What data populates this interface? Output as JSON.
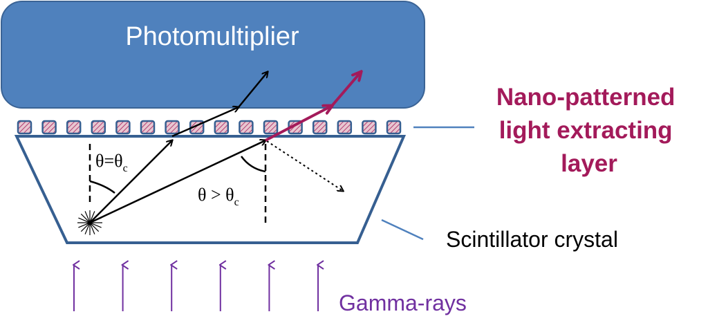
{
  "photomultiplier": {
    "label": "Photomultiplier"
  },
  "layer": {
    "label_line1": "Nano-patterned",
    "label_line2": "light extracting",
    "label_line3": "layer",
    "pad_count": 16
  },
  "crystal": {
    "label": "Scintillator crystal"
  },
  "angles": {
    "critical": {
      "prefix": "θ=θ",
      "sub": "c"
    },
    "greater": {
      "prefix": "θ > θ",
      "sub": "c"
    }
  },
  "gamma": {
    "label": "Gamma-rays",
    "arrow_count": 6
  },
  "colors": {
    "photomultiplier_fill": "#4f81bd",
    "photomultiplier_stroke": "#3a6395",
    "crystal_stroke": "#365f91",
    "pad_fill": "#e8c6d0",
    "pad_stroke": "#365f91",
    "extracted_ray": "#a31a5a",
    "gamma_arrow": "#7030a0",
    "leader_line": "#4f81bd"
  }
}
